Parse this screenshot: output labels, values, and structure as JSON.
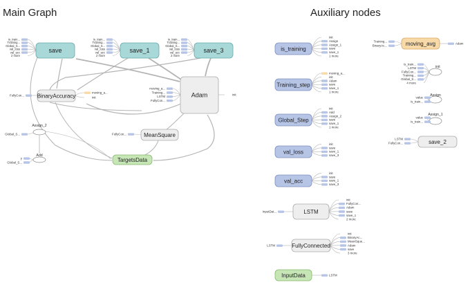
{
  "titles": {
    "main": "Main Graph",
    "aux": "Auxiliary nodes"
  },
  "colors": {
    "teal": "#a8d8d8",
    "teal_stroke": "#6aa8a8",
    "blue": "#b6c4e6",
    "blue_stroke": "#7f8fbc",
    "orange": "#f8d9a8",
    "orange_stroke": "#d9a55f",
    "green": "#c6e6b6",
    "green_stroke": "#86b86e",
    "gray": "#eeeeee",
    "gray_stroke": "#aaaaaa",
    "edge": "#b3b3b3"
  },
  "main_nodes": [
    {
      "id": "save",
      "label": "save",
      "color": "teal"
    },
    {
      "id": "save_1",
      "label": "save_1",
      "color": "teal"
    },
    {
      "id": "save_3",
      "label": "save_3",
      "color": "teal"
    },
    {
      "id": "adam",
      "label": "Adam",
      "color": "gray"
    },
    {
      "id": "binaryaccuracy",
      "label": "BinaryAccuracy",
      "color": "gray"
    },
    {
      "id": "meansquare",
      "label": "MeanSquare",
      "color": "gray"
    },
    {
      "id": "targetsdata",
      "label": "TargetsData",
      "color": "green"
    }
  ],
  "main_ellipses": [
    {
      "id": "assign_2",
      "label": "Assign_2"
    },
    {
      "id": "add",
      "label": "Add"
    }
  ],
  "main_inputs": {
    "save": [
      "is_train...",
      "Training...",
      "Global_S...",
      "val_loss",
      "val_acc",
      "2 more"
    ],
    "save_1": [
      "is_train...",
      "Training...",
      "Global_S...",
      "val_loss",
      "val_acc",
      "2 more"
    ],
    "save_3": [
      "is_train...",
      "Training...",
      "Global_S...",
      "val_loss",
      "val_acc",
      "2 more"
    ],
    "adam": [
      "moving_a...",
      "Training...",
      "LSTM",
      "FullyCon..."
    ],
    "adam_out": [
      "init"
    ],
    "binary_in": [
      "FullyCon..."
    ],
    "binary_out": [
      "moving_a...",
      "init"
    ],
    "meansquare_in": [
      "FullyCon..."
    ],
    "assign_2_in": [
      "Global_S..."
    ],
    "add_in": [
      "y",
      "Global_S..."
    ]
  },
  "aux_nodes": [
    {
      "id": "is_training",
      "label": "is_training",
      "color": "blue",
      "outs": [
        "init",
        "Assign",
        "Assign_1",
        "save",
        "save_1",
        "1 more"
      ]
    },
    {
      "id": "training_step",
      "label": "Training_step",
      "color": "blue",
      "outs": [
        "moving_a...",
        "init",
        "Adam",
        "save",
        "save_1",
        "1 more"
      ]
    },
    {
      "id": "global_step",
      "label": "Global_Step",
      "color": "blue",
      "outs": [
        "init",
        "Add",
        "Assign_2",
        "save",
        "save_1",
        "1 more"
      ]
    },
    {
      "id": "val_loss",
      "label": "val_loss",
      "color": "blue",
      "outs": [
        "init",
        "save",
        "save_1",
        "save_3"
      ]
    },
    {
      "id": "val_acc",
      "label": "val_acc",
      "color": "blue",
      "outs": [
        "init",
        "save",
        "save_1",
        "save_3"
      ]
    },
    {
      "id": "lstm",
      "label": "LSTM",
      "color": "gray",
      "ins": [
        "InputDat..."
      ],
      "outs": [
        "init",
        "FullyCon...",
        "Adam",
        "save",
        "save_1",
        "2 more"
      ]
    },
    {
      "id": "fullyconnected",
      "label": "FullyConnected",
      "color": "gray",
      "ins": [
        "LSTM"
      ],
      "outs": [
        "init",
        "BinaryAc...",
        "MeanSque...",
        "Adam",
        "save",
        "3 more"
      ]
    },
    {
      "id": "inputdata",
      "label": "InputData",
      "color": "green",
      "outs": [
        "LSTM"
      ]
    }
  ],
  "aux_right": {
    "moving_avg": {
      "label": "moving_avg",
      "ins": [
        "Training...",
        "BinaryAc..."
      ],
      "outs": [
        "Adam"
      ]
    },
    "init": {
      "label": "init",
      "ins": [
        "is_train...",
        "LSTM",
        "FullyCon...",
        "Training...",
        "Global_S...",
        "4 more"
      ]
    },
    "assign": {
      "label": "Assign",
      "ins": [
        "value",
        "is_train..."
      ]
    },
    "assign_1": {
      "label": "Assign_1",
      "ins": [
        "value",
        "is_train..."
      ]
    },
    "save_2": {
      "label": "save_2",
      "ins": [
        "LSTM",
        "FullyCon..."
      ]
    }
  }
}
